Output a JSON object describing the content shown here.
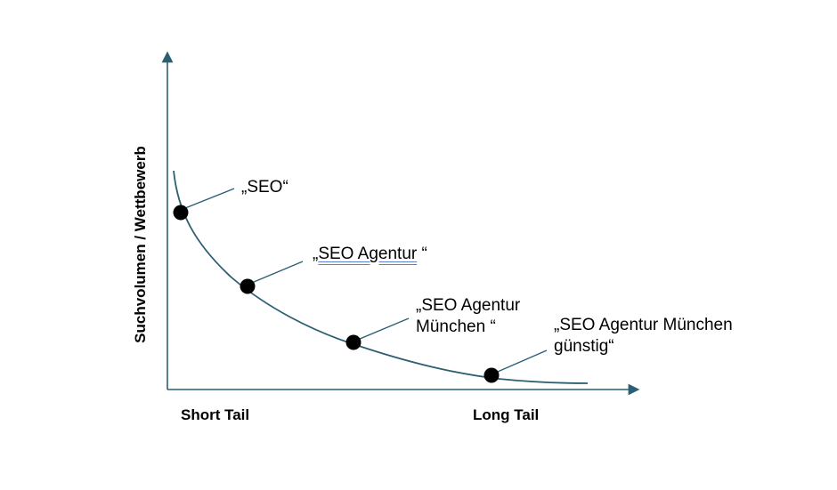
{
  "diagram": {
    "y_axis_label": "Suchvolumen / Wettbewerb",
    "x_axis_left_label": "Short Tail",
    "x_axis_right_label": "Long Tail",
    "keywords": [
      {
        "label": "„SEO“"
      },
      {
        "label_prefix": "„",
        "label_main": "SEO Agentur",
        "label_suffix": " “"
      },
      {
        "line1": "„SEO Agentur",
        "line2": "München “"
      },
      {
        "line1": "„SEO Agentur München",
        "line2": "günstig“"
      }
    ],
    "colors": {
      "curve": "#2d5f73",
      "axis": "#2d5f73",
      "point": "#000000",
      "text": "#000000"
    }
  }
}
